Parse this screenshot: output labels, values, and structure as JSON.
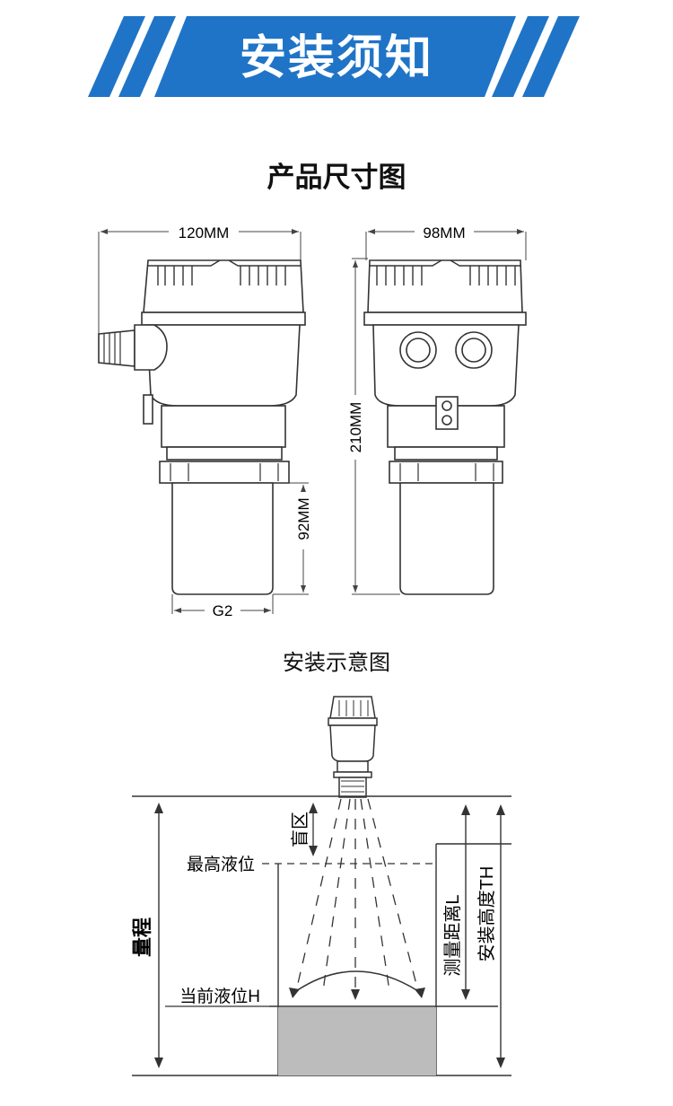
{
  "banner": {
    "title": "安装须知"
  },
  "dimensions": {
    "title": "产品尺寸图",
    "width_front": "120MM",
    "width_side": "98MM",
    "height_total": "210MM",
    "height_probe": "92MM",
    "thread": "G2"
  },
  "install": {
    "title": "安装示意图",
    "blind_zone": "盲区",
    "max_level": "最高液位",
    "range": "量程",
    "current_level": "当前液位H",
    "measure_distance": "测量距离L",
    "install_height": "安装高度TH"
  },
  "colors": {
    "banner_blue": "#1f74c7",
    "liquid": "#bcbcbc"
  }
}
